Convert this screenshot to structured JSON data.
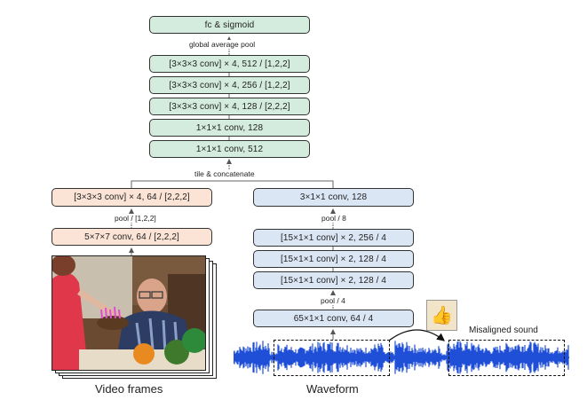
{
  "fused_stack": {
    "top": "fc & sigmoid",
    "pool_label": "global average pool",
    "blocks": [
      "[3×3×3 conv] × 4, 512  / [1,2,2]",
      "[3×3×3 conv] × 4, 256  / [1,2,2]",
      "[3×3×3 conv] × 4, 128  / [2,2,2]",
      "1×1×1 conv, 128",
      "1×1×1 conv, 512"
    ],
    "merge_label": "tile & concatenate"
  },
  "video_branch": {
    "conv2": "[3×3×3 conv] × 4, 64 / [2,2,2]",
    "pool_label": "pool / [1,2,2]",
    "conv1": "5×7×7 conv, 64 / [2,2,2]",
    "caption": "Video frames"
  },
  "audio_branch": {
    "top": "3×1×1 conv, 128",
    "pool8_label": "pool / 8",
    "blocks": [
      "[15×1×1 conv] × 2,  256  / 4",
      "[15×1×1 conv] × 2,  128  / 4",
      "[15×1×1 conv] × 2,  128  / 4"
    ],
    "pool4_label": "pool / 4",
    "conv1": "65×1×1 conv, 64 / 4",
    "caption": "Waveform",
    "misaligned_label": "Misaligned sound"
  },
  "colors": {
    "fused": "#d4ecdd",
    "video": "#fbe3d6",
    "audio": "#dbe6f5",
    "waveform": "#1f4fd6"
  },
  "icons": {
    "thumbs_up": "thumbs-up-icon"
  }
}
